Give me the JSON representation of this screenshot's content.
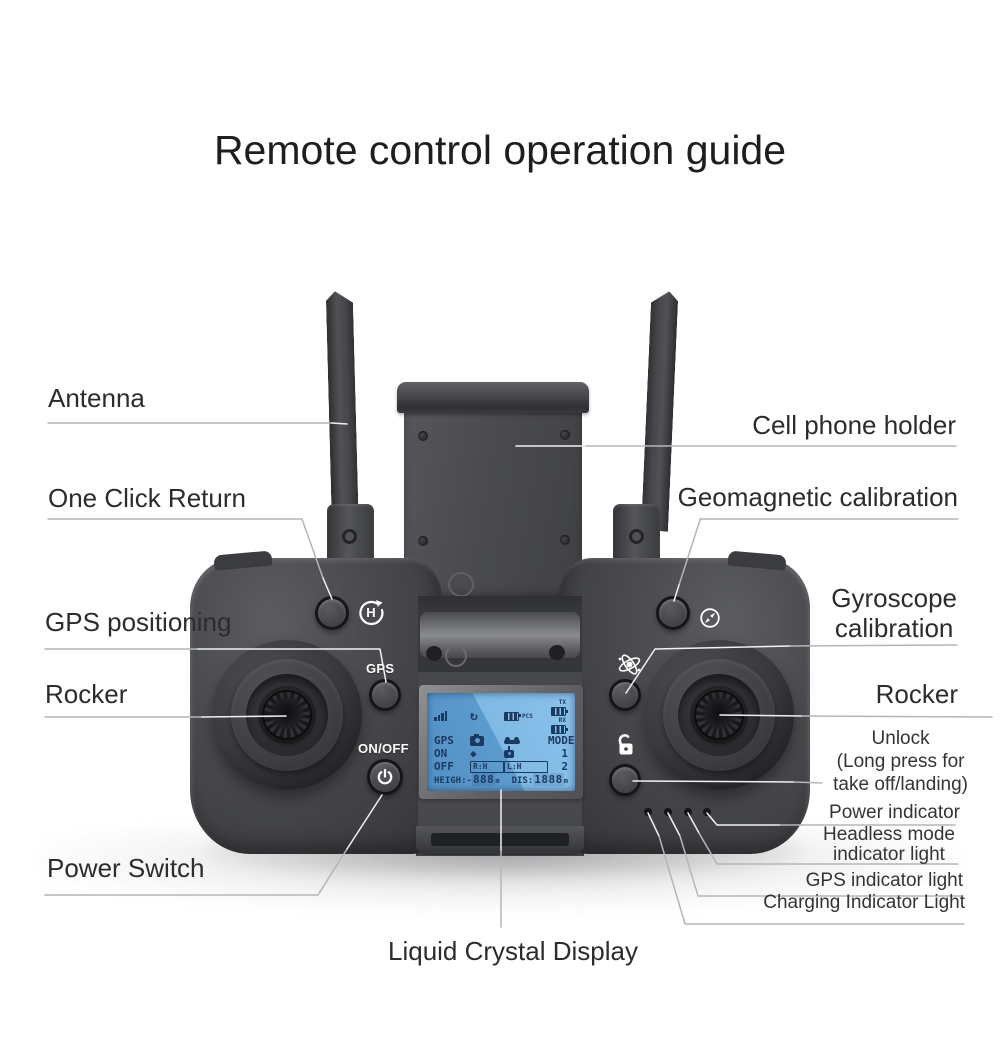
{
  "title": "Remote control operation guide",
  "labels": {
    "antenna": "Antenna",
    "cell_phone_holder": "Cell phone holder",
    "one_click_return": "One Click Return",
    "geomagnetic_calibration": "Geomagnetic calibration",
    "gps_positioning": "GPS positioning",
    "gyroscope_line1": "Gyroscope",
    "gyroscope_line2": "calibration",
    "rocker_left": "Rocker",
    "rocker_right": "Rocker",
    "unlock_line1": "Unlock",
    "unlock_line2": "(Long press for",
    "unlock_line3": "take off/landing)",
    "power_indicator": "Power indicator",
    "headless_line1": "Headless mode",
    "headless_line2": "indicator light",
    "gps_indicator_light": "GPS indicator light",
    "charging_indicator_light": "Charging Indicator Light",
    "power_switch": "Power Switch",
    "liquid_crystal_display": "Liquid Crystal Display"
  },
  "remote": {
    "controls": {
      "gps_label": "GPS",
      "on_off_label": "ON/OFF"
    },
    "lcd": {
      "tx": "TX",
      "rx": "RX",
      "pcs": "PCS",
      "gps": "GPS",
      "mode": "MODE",
      "on": "ON",
      "value1": "1",
      "off": "OFF",
      "box_left": "R:H",
      "box_right": "L:H",
      "value2": "2",
      "card_glyph": "◆",
      "return_glyph": "↻",
      "height_label": "HEIGH:-",
      "height_value": "888",
      "height_unit": "m",
      "distance_label": "DIS:",
      "distance_value": "1888",
      "distance_unit": "m"
    }
  },
  "colors": {
    "body_gray": "#4a4b4e",
    "lcd_light_blue": "#7fbae5",
    "lcd_dark_blue": "#5793c8",
    "lcd_segment": "#1c3a61",
    "leader_gray": "#b4b6b8",
    "leader_white": "#f0f1f2",
    "label_text": "#2b2c2e"
  }
}
